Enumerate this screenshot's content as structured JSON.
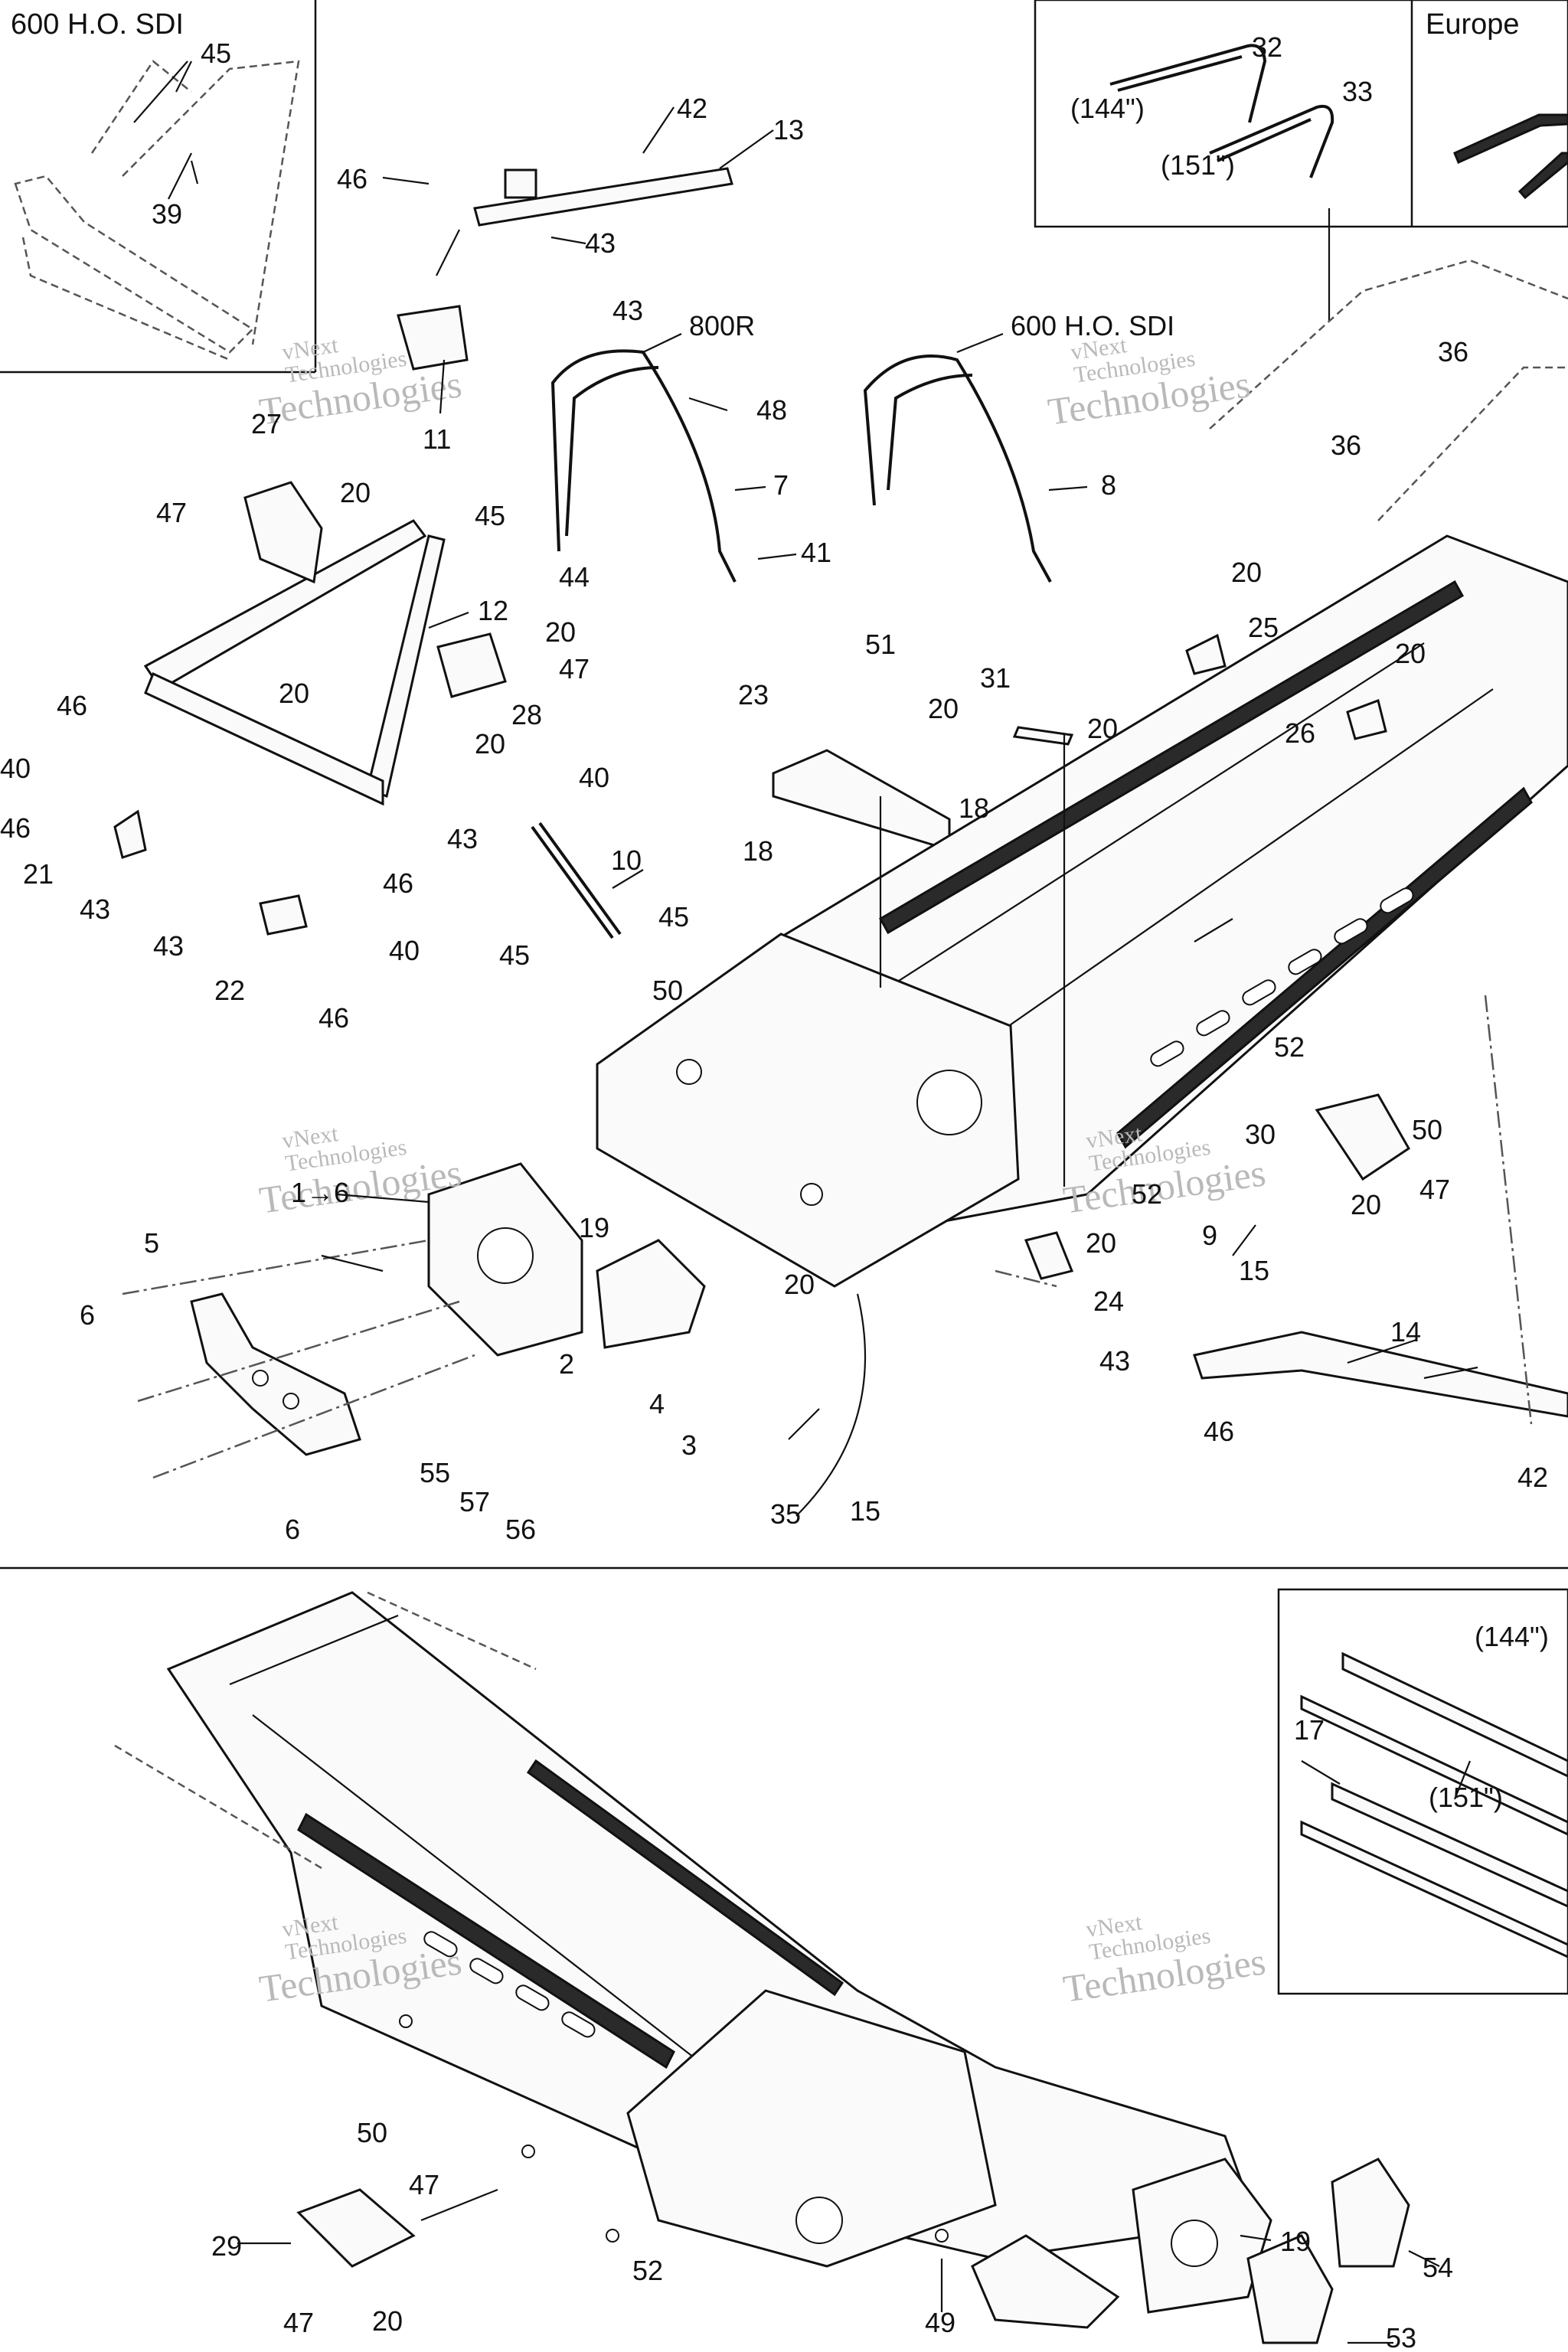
{
  "insets": {
    "top_left_title": "600 H.O. SDI",
    "top_right_title": "Europe",
    "bottom_right_label_144": "(144\")",
    "bottom_right_label_151": "(151\")",
    "top_rail_label_144": "(144\")",
    "top_rail_label_151": "(151\")"
  },
  "variants": {
    "label_800r": "800R",
    "label_600ho": "600 H.O. SDI"
  },
  "watermark": {
    "line1": "vNext",
    "line2": "Technologies",
    "line3": "Technologies"
  },
  "part_labels": {
    "p1_6": "1→6",
    "p2": "2",
    "p3": "3",
    "p4": "4",
    "p5": "5",
    "p6": "6",
    "p7": "7",
    "p8": "8",
    "p9": "9",
    "p10": "10",
    "p11": "11",
    "p12": "12",
    "p13": "13",
    "p14": "14",
    "p15": "15",
    "p17": "17",
    "p18": "18",
    "p19": "19",
    "p20": "20",
    "p21": "21",
    "p22": "22",
    "p23": "23",
    "p24": "24",
    "p25": "25",
    "p26": "26",
    "p27": "27",
    "p28": "28",
    "p29": "29",
    "p30": "30",
    "p31": "31",
    "p32": "32",
    "p33": "33",
    "p35": "35",
    "p36": "36",
    "p39": "39",
    "p40": "40",
    "p41": "41",
    "p42": "42",
    "p43": "43",
    "p44": "44",
    "p45": "45",
    "p46": "46",
    "p47": "47",
    "p48": "48",
    "p49": "49",
    "p50": "50",
    "p51": "51",
    "p52": "52",
    "p53": "53",
    "p54": "54",
    "p55": "55",
    "p56": "56",
    "p57": "57"
  }
}
